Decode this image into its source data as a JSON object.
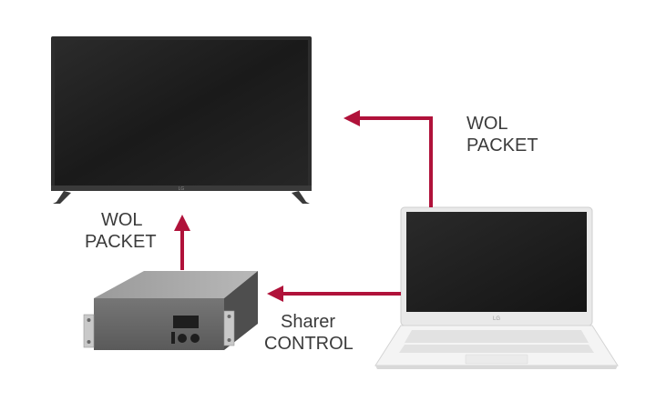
{
  "labels": {
    "wol_to_tv": {
      "line1": "WOL",
      "line2": "PACKET"
    },
    "wol_from_sharer": {
      "line1": "WOL",
      "line2": "PACKET"
    },
    "sharer_control": {
      "line1": "Sharer",
      "line2": "CONTROL"
    }
  },
  "icons": {
    "tv": "television-icon",
    "laptop": "laptop-icon",
    "sharer": "network-sharer-box-icon",
    "logo": "lg-logo-icon"
  },
  "logo_text": "LG",
  "colors": {
    "arrow": "#b0123a",
    "text": "#3b3b3b",
    "tv_bezel": "#2a2a2a",
    "tv_screen": "#1c1c1c",
    "laptop_body": "#f2f2f2",
    "sharer_body": "#6b6b6b"
  }
}
